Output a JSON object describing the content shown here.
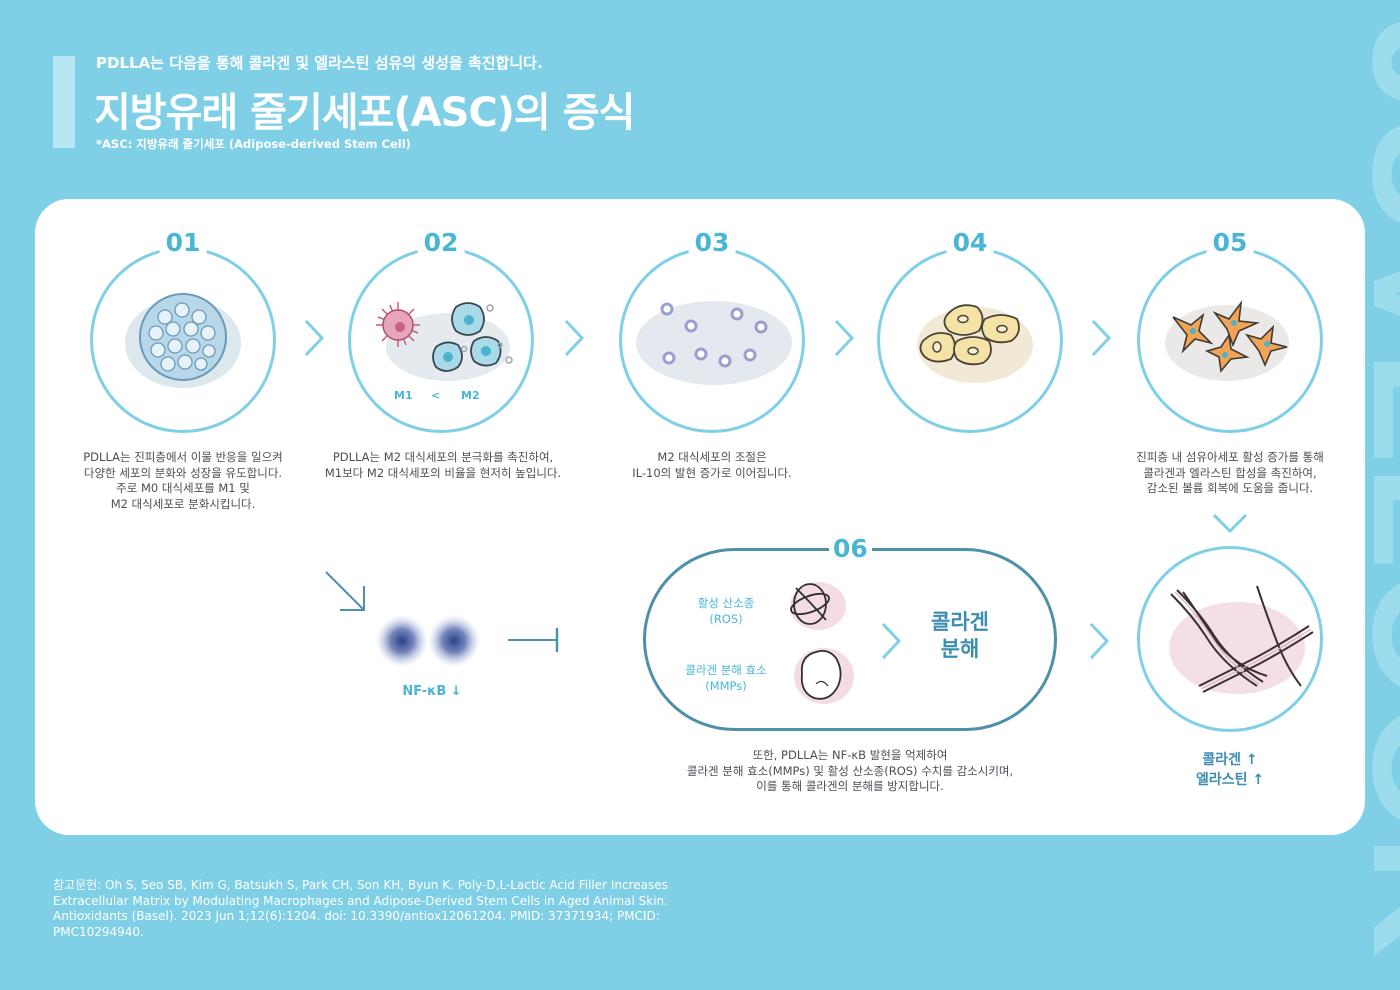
{
  "header": {
    "subtitle": "PDLLA는 다음을 통해 콜라겐 및 엘라스틴 섬유의 생성을 촉진합니다.",
    "title": "지방유래 줄기세포(ASC)의 증식",
    "note": "*ASC: 지방유래 줄기세포 (Adipose-derived Stem Cell)"
  },
  "steps": [
    {
      "num": "01",
      "desc": "PDLLA는 진피층에서 이물 반응을 일으켜\n다양한 세포의 분화와 성장을 유도합니다.\n주로 M0 대식세포를 M1 및\nM2 대식세포로 분화시킵니다."
    },
    {
      "num": "02",
      "desc": "PDLLA는 M2 대식세포의 분극화를 촉진하여,\nM1보다 M2 대식세포의 비율을 현저히 높입니다."
    },
    {
      "num": "03",
      "desc": "M2 대식세포의 조절은\nIL-10의 발현 증가로 이어집니다."
    },
    {
      "num": "04",
      "desc": ""
    },
    {
      "num": "05",
      "desc": "진피층 내 섬유아세포 활성 증가를 통해\n콜라겐과 엘라스틴 합성을 촉진하여,\n감소된 볼륨 회복에 도움을 줍니다."
    }
  ],
  "macrophage": {
    "m1": "M1",
    "lt": "<",
    "m2": "M2"
  },
  "step06": {
    "num": "06",
    "ros": "활성 산소종\n(ROS)",
    "mmps": "콜라겐 분해 효소\n(MMPs)",
    "result": "콜라겐\n분해",
    "desc": "또한, PDLLA는 NF-κB 발현을 억제하여\n콜라겐 분해 효소(MMPs) 및 활성 산소종(ROS) 수치를 감소시키며,\n이를 통해 콜라겐의 분해를 방지합니다."
  },
  "nfkb": "NF-κB ↓",
  "result": {
    "collagen": "콜라겐 ↑",
    "elastin": "엘라스틴 ↑"
  },
  "reference": "참고문헌: Oh S, Seo SB, Kim G, Batsukh S, Park CH, Son KH, Byun K. Poly-D,L-Lactic Acid Filler Increases Extracellular Matrix by Modulating Macrophages and Adipose-Derived Stem Cells in Aged Animal Skin. Antioxidants (Basel). 2023 Jun 1;12(6):1204. doi: 10.3390/antiox12061204. PMID: 37371934; PMCID: PMC10294940.",
  "watermark": "JUVELOOK",
  "colors": {
    "background": "#7fd0e6",
    "accent": "#4ab6d6",
    "ring": "#7fd0e6",
    "pill": "#4e90a9",
    "result": "#3b8db3"
  }
}
